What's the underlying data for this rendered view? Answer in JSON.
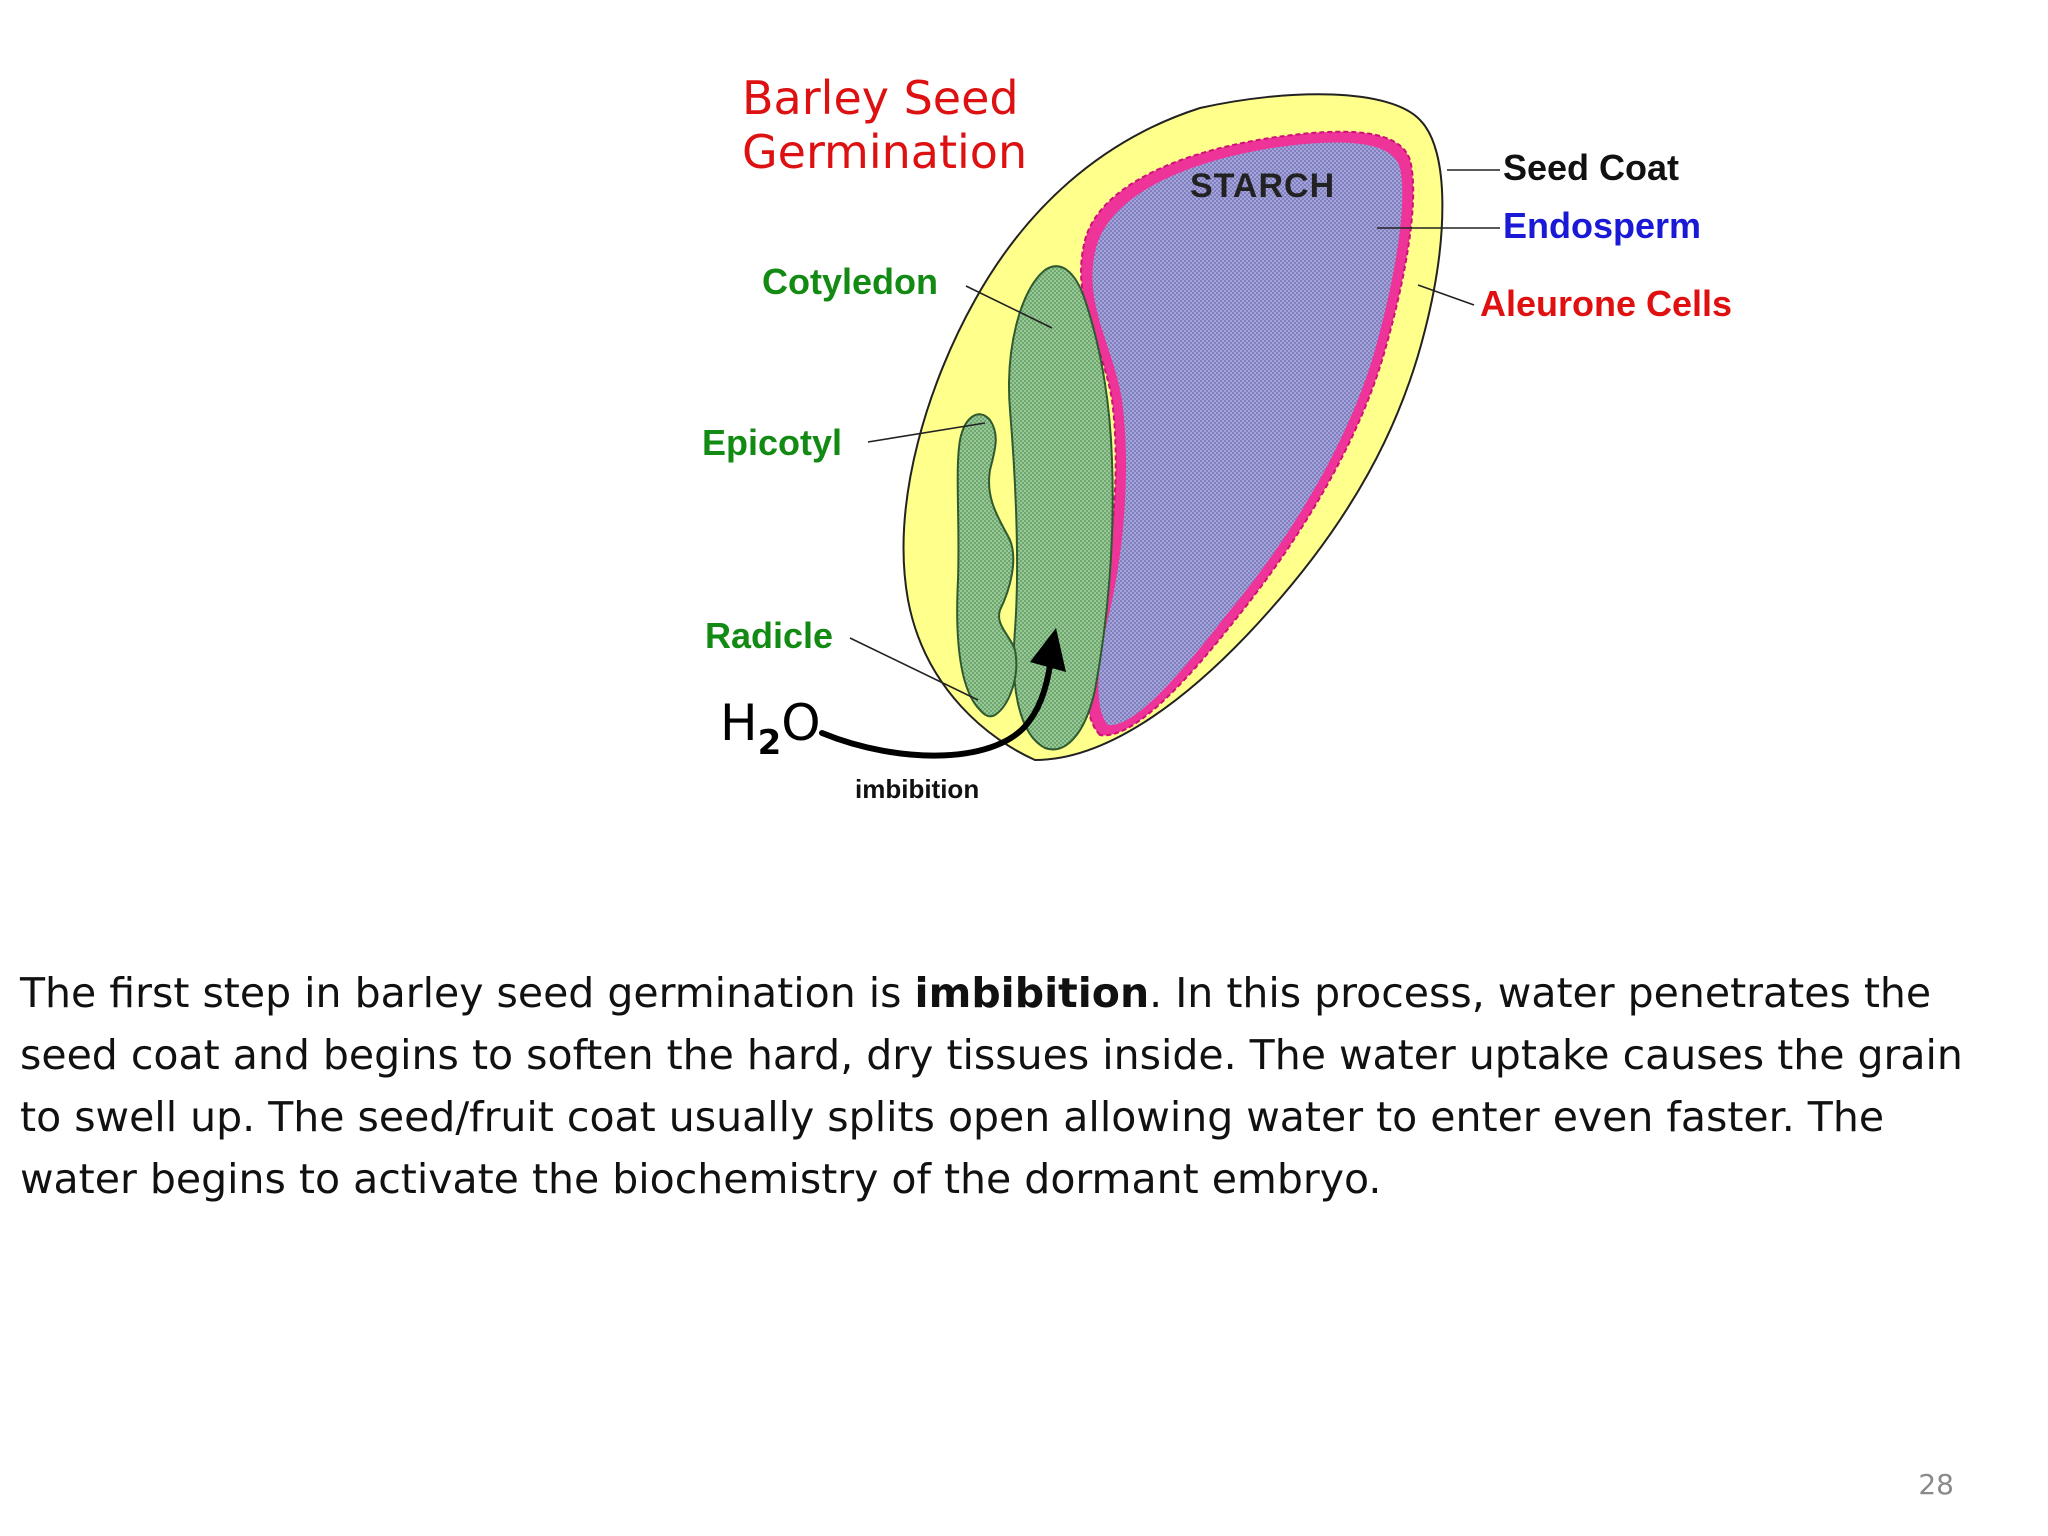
{
  "diagram": {
    "title_line1": "Barley Seed",
    "title_line2": "Germination",
    "labels": {
      "seed_coat": "Seed Coat",
      "endosperm": "Endosperm",
      "aleurone_cells": "Aleurone Cells",
      "starch": "STARCH",
      "cotyledon": "Cotyledon",
      "epicotyl": "Epicotyl",
      "radicle": "Radicle",
      "h2o_main": "H",
      "h2o_sub": "2",
      "h2o_o": "O",
      "imbibition": "imbibition"
    },
    "colors": {
      "seed_coat": "#ffff88",
      "endosperm": "#9a9ad0",
      "aleurone": "#ee3399",
      "embryo": "#8fbf8f",
      "title": "#dd1111"
    }
  },
  "caption": {
    "before_bold": "The first step in barley seed germination is ",
    "bold": "imbibition",
    "after_bold": ". In this process, water penetrates the seed coat and begins to soften the hard, dry tissues inside. The water uptake causes the grain to swell up. The seed/fruit coat usually splits open allowing water to enter even faster. The water begins to activate the biochemistry of the dormant embryo."
  },
  "slide_number": "28"
}
